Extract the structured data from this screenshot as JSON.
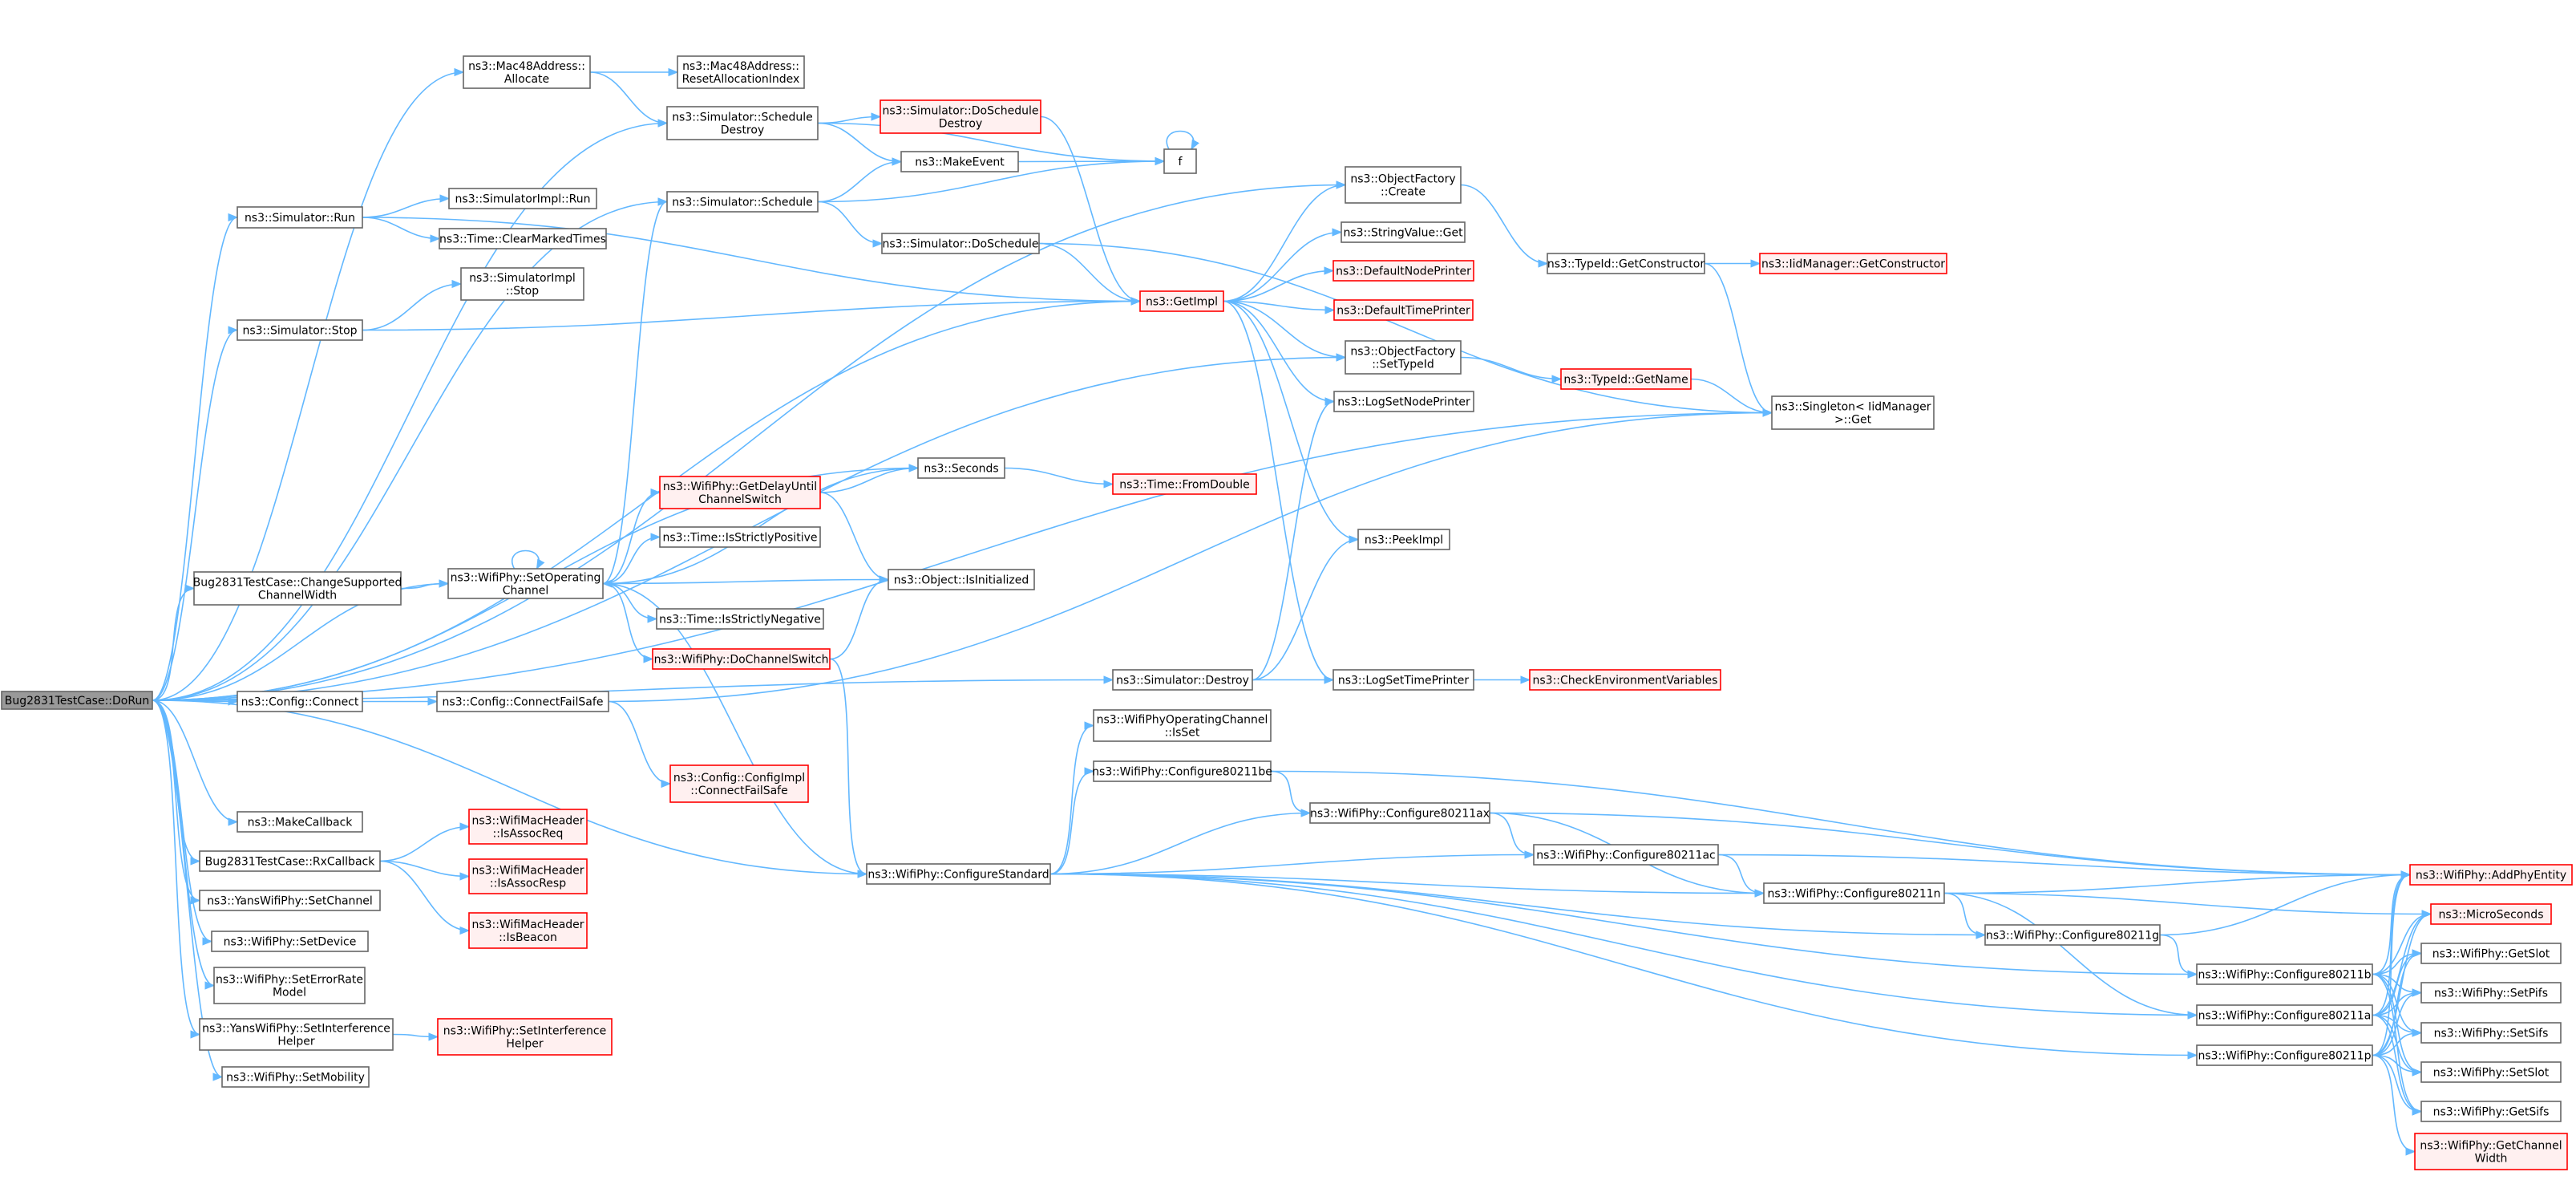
{
  "colors": {
    "edge": "#63b8ff",
    "box_stroke": "#666666",
    "red_stroke": "#ff0000",
    "root_fill": "#999999"
  },
  "nodes": {
    "root": {
      "lines": [
        "Bug2831TestCase::DoRun"
      ]
    },
    "allocate": {
      "lines": [
        "ns3::Mac48Address::",
        "Allocate"
      ]
    },
    "resetalloc": {
      "lines": [
        "ns3::Mac48Address::",
        "ResetAllocationIndex"
      ]
    },
    "schedDestroy": {
      "lines": [
        "ns3::Simulator::Schedule",
        "Destroy"
      ]
    },
    "doSchedDestroy": {
      "lines": [
        "ns3::Simulator::DoSchedule",
        "Destroy"
      ]
    },
    "f": {
      "lines": [
        "f"
      ]
    },
    "makeEvent": {
      "lines": [
        "ns3::MakeEvent"
      ]
    },
    "objCreate": {
      "lines": [
        "ns3::ObjectFactory",
        "::Create"
      ]
    },
    "simRun": {
      "lines": [
        "ns3::Simulator::Run"
      ]
    },
    "implRun": {
      "lines": [
        "ns3::SimulatorImpl::Run"
      ]
    },
    "clearTimes": {
      "lines": [
        "ns3::Time::ClearMarkedTimes"
      ]
    },
    "schedule": {
      "lines": [
        "ns3::Simulator::Schedule"
      ]
    },
    "doSchedule": {
      "lines": [
        "ns3::Simulator::DoSchedule"
      ]
    },
    "stringGet": {
      "lines": [
        "ns3::StringValue::Get"
      ]
    },
    "getCtor": {
      "lines": [
        "ns3::TypeId::GetConstructor"
      ]
    },
    "iidGetCtor": {
      "lines": [
        "ns3::IidManager::GetConstructor"
      ]
    },
    "implStop": {
      "lines": [
        "ns3::SimulatorImpl",
        "::Stop"
      ]
    },
    "getImpl": {
      "lines": [
        "ns3::GetImpl"
      ]
    },
    "defNode": {
      "lines": [
        "ns3::DefaultNodePrinter"
      ]
    },
    "defTime": {
      "lines": [
        "ns3::DefaultTimePrinter"
      ]
    },
    "simStop": {
      "lines": [
        "ns3::Simulator::Stop"
      ]
    },
    "setTypeId": {
      "lines": [
        "ns3::ObjectFactory",
        "::SetTypeId"
      ]
    },
    "getName": {
      "lines": [
        "ns3::TypeId::GetName"
      ]
    },
    "logNode": {
      "lines": [
        "ns3::LogSetNodePrinter"
      ]
    },
    "singleton": {
      "lines": [
        "ns3::Singleton< IidManager",
        ">::Get"
      ]
    },
    "seconds": {
      "lines": [
        "ns3::Seconds"
      ]
    },
    "fromDouble": {
      "lines": [
        "ns3::Time::FromDouble"
      ]
    },
    "getDelay": {
      "lines": [
        "ns3::WifiPhy::GetDelayUntil",
        "ChannelSwitch"
      ]
    },
    "strictPos": {
      "lines": [
        "ns3::Time::IsStrictlyPositive"
      ]
    },
    "peekImpl": {
      "lines": [
        "ns3::PeekImpl"
      ]
    },
    "changeWidth": {
      "lines": [
        "Bug2831TestCase::ChangeSupported",
        "ChannelWidth"
      ]
    },
    "setOpCh": {
      "lines": [
        "ns3::WifiPhy::SetOperating",
        "Channel"
      ]
    },
    "isInit": {
      "lines": [
        "ns3::Object::IsInitialized"
      ]
    },
    "strictNeg": {
      "lines": [
        "ns3::Time::IsStrictlyNegative"
      ]
    },
    "doChSwitch": {
      "lines": [
        "ns3::WifiPhy::DoChannelSwitch"
      ]
    },
    "simDestroy": {
      "lines": [
        "ns3::Simulator::Destroy"
      ]
    },
    "logTime": {
      "lines": [
        "ns3::LogSetTimePrinter"
      ]
    },
    "checkEnv": {
      "lines": [
        "ns3::CheckEnvironmentVariables"
      ]
    },
    "cfgConnect": {
      "lines": [
        "ns3::Config::Connect"
      ]
    },
    "cfgFailSafe": {
      "lines": [
        "ns3::Config::ConnectFailSafe"
      ]
    },
    "opIsSet": {
      "lines": [
        "ns3::WifiPhyOperatingChannel",
        "::IsSet"
      ]
    },
    "cfgImplFailSafe": {
      "lines": [
        "ns3::Config::ConfigImpl",
        "::ConnectFailSafe"
      ]
    },
    "c80211be": {
      "lines": [
        "ns3::WifiPhy::Configure80211be"
      ]
    },
    "c80211ax": {
      "lines": [
        "ns3::WifiPhy::Configure80211ax"
      ]
    },
    "makeCb": {
      "lines": [
        "ns3::MakeCallback"
      ]
    },
    "assocReq": {
      "lines": [
        "ns3::WifiMacHeader",
        "::IsAssocReq"
      ]
    },
    "rxCb": {
      "lines": [
        "Bug2831TestCase::RxCallback"
      ]
    },
    "c80211ac": {
      "lines": [
        "ns3::WifiPhy::Configure80211ac"
      ]
    },
    "assocResp": {
      "lines": [
        "ns3::WifiMacHeader",
        "::IsAssocResp"
      ]
    },
    "cfgStd": {
      "lines": [
        "ns3::WifiPhy::ConfigureStandard"
      ]
    },
    "addPhy": {
      "lines": [
        "ns3::WifiPhy::AddPhyEntity"
      ]
    },
    "c80211n": {
      "lines": [
        "ns3::WifiPhy::Configure80211n"
      ]
    },
    "setChannel": {
      "lines": [
        "ns3::YansWifiPhy::SetChannel"
      ]
    },
    "isBeacon": {
      "lines": [
        "ns3::WifiMacHeader",
        "::IsBeacon"
      ]
    },
    "micro": {
      "lines": [
        "ns3::MicroSeconds"
      ]
    },
    "c80211g": {
      "lines": [
        "ns3::WifiPhy::Configure80211g"
      ]
    },
    "setDevice": {
      "lines": [
        "ns3::WifiPhy::SetDevice"
      ]
    },
    "c80211b": {
      "lines": [
        "ns3::WifiPhy::Configure80211b"
      ]
    },
    "getSlot": {
      "lines": [
        "ns3::WifiPhy::GetSlot"
      ]
    },
    "setErr": {
      "lines": [
        "ns3::WifiPhy::SetErrorRate",
        "Model"
      ]
    },
    "setPifs": {
      "lines": [
        "ns3::WifiPhy::SetPifs"
      ]
    },
    "yansSetInt": {
      "lines": [
        "ns3::YansWifiPhy::SetInterference",
        "Helper"
      ]
    },
    "wifiSetInt": {
      "lines": [
        "ns3::WifiPhy::SetInterference",
        "Helper"
      ]
    },
    "c80211a": {
      "lines": [
        "ns3::WifiPhy::Configure80211a"
      ]
    },
    "setSifs": {
      "lines": [
        "ns3::WifiPhy::SetSifs"
      ]
    },
    "setMob": {
      "lines": [
        "ns3::WifiPhy::SetMobility"
      ]
    },
    "c80211p": {
      "lines": [
        "ns3::WifiPhy::Configure80211p"
      ]
    },
    "setSlot": {
      "lines": [
        "ns3::WifiPhy::SetSlot"
      ]
    },
    "getSifs": {
      "lines": [
        "ns3::WifiPhy::GetSifs"
      ]
    },
    "getChW": {
      "lines": [
        "ns3::WifiPhy::GetChannel",
        "Width"
      ]
    }
  }
}
